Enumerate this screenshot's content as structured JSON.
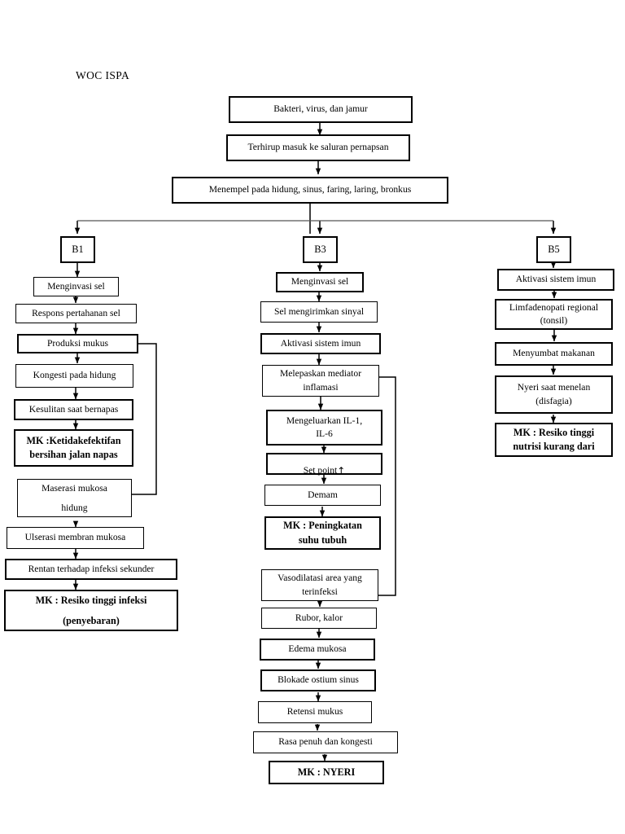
{
  "document": {
    "title": "WOC ISPA",
    "type": "flowchart",
    "language": "id"
  },
  "nodes": {
    "source": "Bakteri, virus, dan jamur",
    "inhaled": "Terhirup masuk ke saluran pernapsan",
    "attach": "Menempel pada hidung, sinus, faring, laring, bronkus",
    "b1_tag": "B1",
    "b3_tag": "B3",
    "b5_tag": "B5",
    "b1": {
      "invade": "Menginvasi sel",
      "defense": "Respons pertahanan sel",
      "mucus": "Produksi mukus",
      "congestion": "Kongesti pada hidung",
      "difficulty": "Kesulitan saat bernapas",
      "mk_airway": "MK :Ketidakefektifan\nbersihan jalan napas",
      "maceration": "Maserasi mukosa\nhidung",
      "ulceration": "Ulserasi membran mukosa",
      "susceptible": "Rentan terhadap infeksi sekunder",
      "mk_infection": "MK : Resiko tinggi infeksi\n(penyebaran)"
    },
    "b3": {
      "invade": "Menginvasi sel",
      "signal": "Sel mengirimkan sinyal",
      "immune": "Aktivasi sistem imun",
      "mediator": "Melepaskan mediator\ninflamasi",
      "interleukin": "Mengeluarkan IL-1,\nIL-6",
      "setpoint_text": "Set point",
      "setpoint_icon": "↑",
      "fever": "Demam",
      "mk_temp": "MK : Peningkatan\nsuhu tubuh",
      "vasodilation": "Vasodilatasi area yang\nterinfeksi",
      "rubor": "Rubor, kalor",
      "edema": "Edema mukosa",
      "blockade": "Blokade ostium sinus",
      "retention": "Retensi mukus",
      "fullness": "Rasa penuh dan kongesti",
      "mk_pain": "MK : NYERI"
    },
    "b5": {
      "immune": "Aktivasi sistem imun",
      "lymph": "Limfadenopati regional\n(tonsil)",
      "obstruct": "Menyumbat makanan",
      "dysphagia": "Nyeri saat menelan\n(disfagia)",
      "mk_nutrition": "MK : Resiko tinggi\nnutrisi kurang dari"
    }
  },
  "colors": {
    "stroke": "#000000",
    "background": "#ffffff",
    "branch_line": "#555555"
  }
}
